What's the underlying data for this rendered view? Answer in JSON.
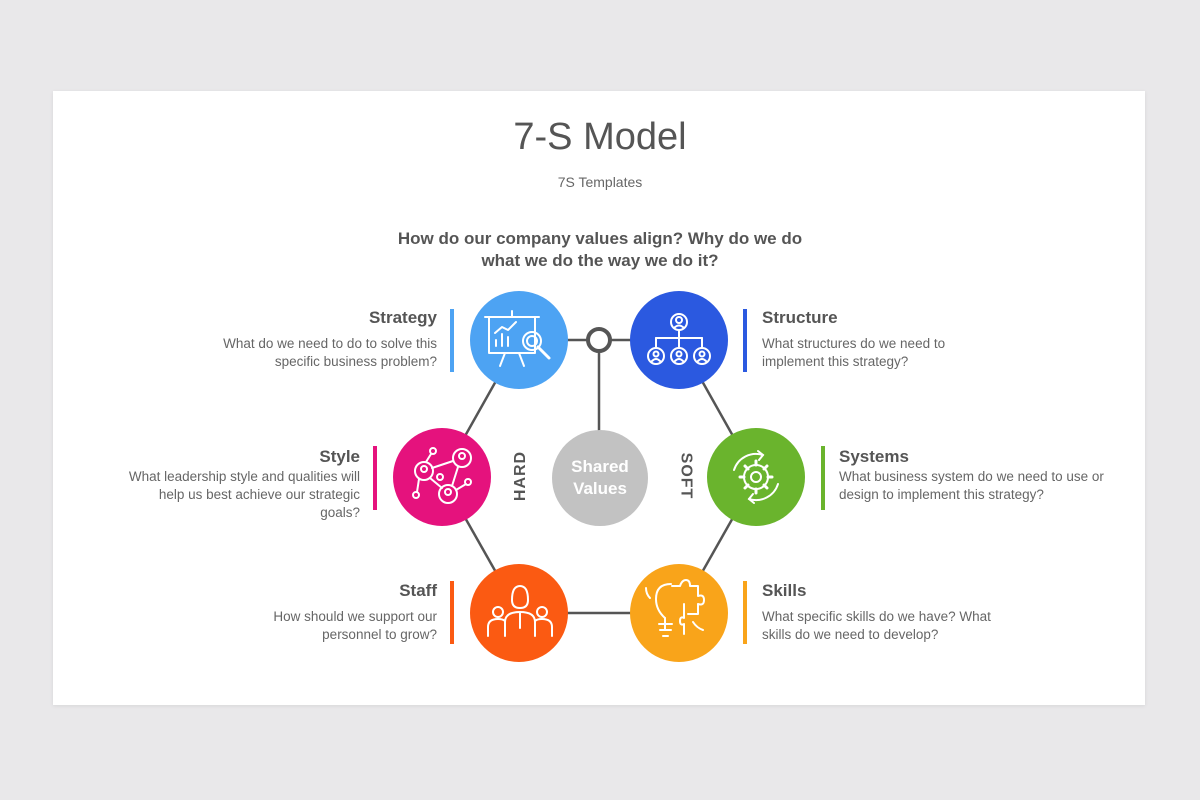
{
  "header": {
    "title": "7-S Model",
    "subtitle": "7S Templates",
    "question": "How do our company values align? Why do we do what we do the way we do it?"
  },
  "center": {
    "label": "Shared Values",
    "hard": "HARD",
    "soft": "SOFT"
  },
  "items": {
    "strategy": {
      "title": "Strategy",
      "desc": "What do we need to do to solve this specific business problem?",
      "color": "#4da3f3",
      "icon": "presentation-chart-icon"
    },
    "structure": {
      "title": "Structure",
      "desc": "What structures do we need to implement this strategy?",
      "color": "#2b59e0",
      "icon": "org-chart-icon"
    },
    "style": {
      "title": "Style",
      "desc": "What leadership style and qualities will help us best achieve our strategic goals?",
      "color": "#e5127d",
      "icon": "network-people-icon"
    },
    "systems": {
      "title": "Systems",
      "desc": "What business system do we need to use or design to implement this strategy?",
      "color": "#6ab42d",
      "icon": "gear-cycle-icon"
    },
    "staff": {
      "title": "Staff",
      "desc": "How should we support our personnel to grow?",
      "color": "#fb5a12",
      "icon": "team-icon"
    },
    "skills": {
      "title": "Skills",
      "desc": "What specific skills do we have? What skills do we need to develop?",
      "color": "#f9a41a",
      "icon": "bulb-puzzle-icon"
    }
  }
}
